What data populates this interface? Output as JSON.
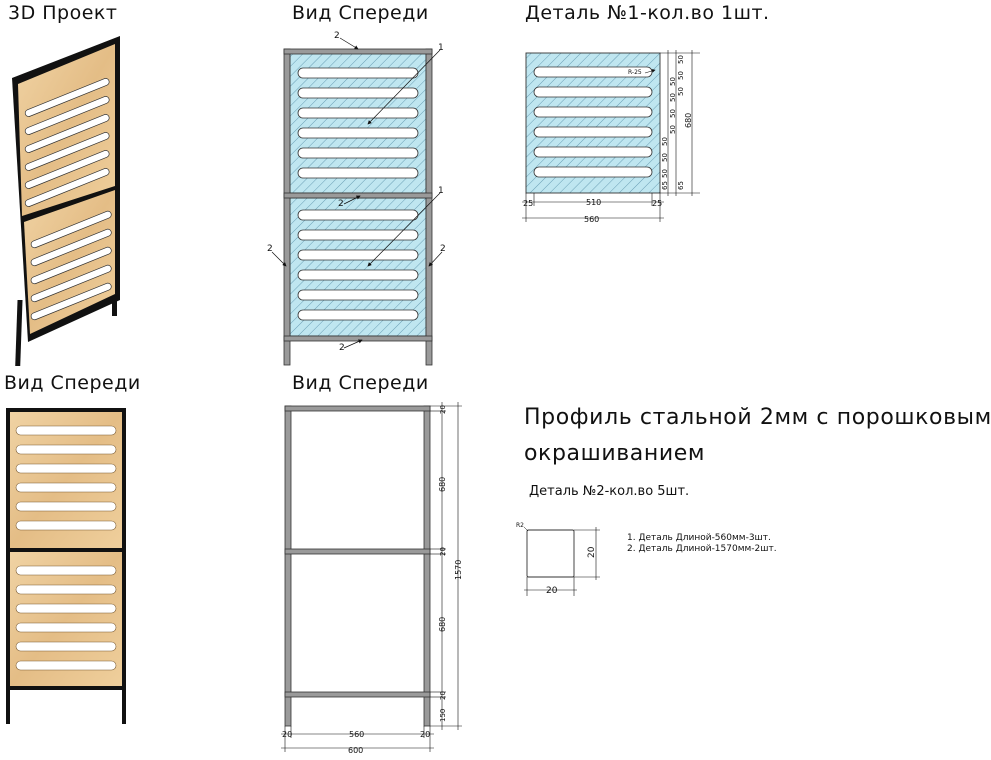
{
  "titles": {
    "view_3d": "3D Проект",
    "front_top": "Вид Спереди",
    "detail1": "Деталь №1-кол.во 1шт.",
    "front_wood": "Вид Спереди",
    "front_frame": "Вид Спереди",
    "profile_line1": "Профиль стальной 2мм с порошковым",
    "profile_line2": "окрашиванием",
    "detail2": "Деталь №2-кол.во 5шт."
  },
  "notes": [
    "1. Деталь Длиной-560мм-3шт.",
    "2. Деталь Длиной-1570мм-2шт."
  ],
  "callouts": {
    "c1a": "1",
    "c1b": "1",
    "c2top": "2",
    "c2mid": "2",
    "c2left": "2",
    "c2right": "2",
    "c2bot": "2"
  },
  "detail1_dims": {
    "radius": "R-25",
    "left_margin": "25",
    "slot_length": "510",
    "right_margin": "25",
    "total_width": "560",
    "height": "680",
    "vertical_chain": [
      "65",
      "50",
      "50",
      "50",
      "50",
      "50",
      "50",
      "50",
      "50",
      "50",
      "50",
      "65"
    ]
  },
  "frame_dims": {
    "top": "20",
    "section1": "680",
    "mid": "20",
    "section2": "680",
    "bottom_rail": "20",
    "leg": "150",
    "total_height": "1570",
    "left_post": "20",
    "inner_width": "560",
    "right_post": "20",
    "total_width": "600"
  },
  "profile_dims": {
    "radius": "R2",
    "width": "20",
    "height": "20"
  },
  "colors": {
    "frame": "#9a9a9a",
    "panel_blue": "#bfe6f0",
    "hatch": "#6a9fb5",
    "wood": "#e8c48f",
    "black_frame": "#111111"
  }
}
